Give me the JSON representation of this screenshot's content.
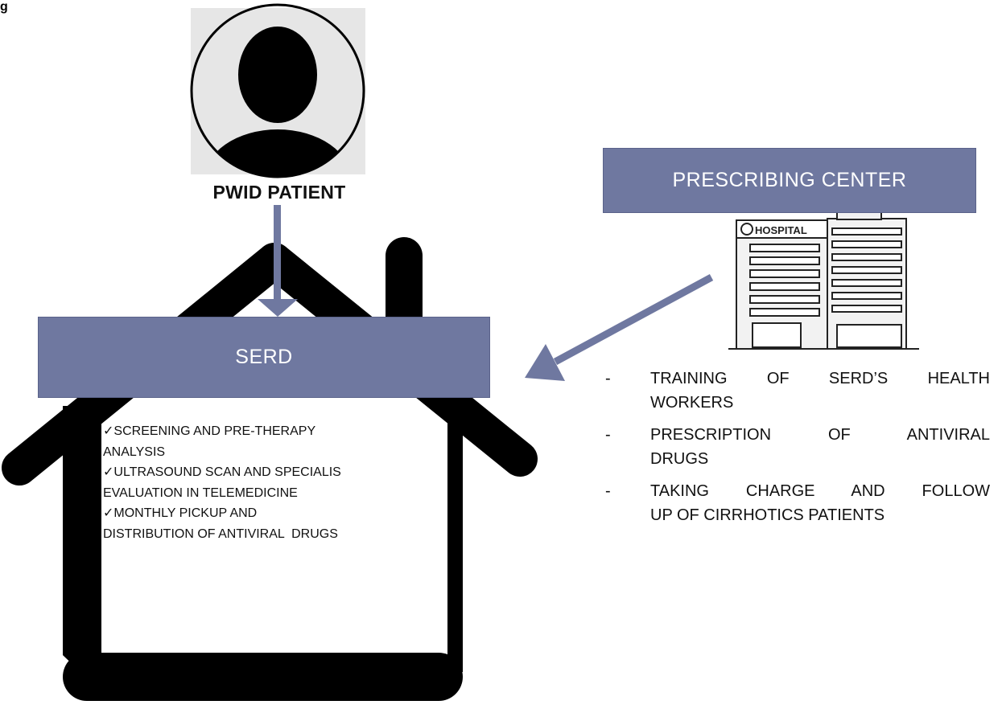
{
  "corner_label": "g",
  "patient": {
    "label": "PWID PATIENT",
    "icon": "person-avatar-icon"
  },
  "serd": {
    "label": "SERD",
    "activities": [
      {
        "line1": "✓SCREENING AND PRE-THERAPY",
        "line2": "ANALYSIS"
      },
      {
        "line1": "✓ULTRASOUND SCAN AND SPECIALIS",
        "line2": "EVALUATION IN TELEMEDICINE"
      },
      {
        "line1": "✓MONTHLY PICKUP AND",
        "line2": "DISTRIBUTION OF ANTIVIRAL  DRUGS"
      }
    ]
  },
  "prescribing_center": {
    "label": "PRESCRIBING CENTER",
    "hospital_sign": "HOSPITAL",
    "icon": "hospital-building-icon",
    "tasks": [
      {
        "dash": "-",
        "line1": "TRAINING OF SERD’S HEALTH",
        "line2": "WORKERS"
      },
      {
        "dash": "-",
        "line1": "PRESCRIPTION OF ANTIVIRAL",
        "line2": "DRUGS"
      },
      {
        "dash": "-",
        "line1": "TAKING CHARGE AND FOLLOW",
        "line2": "UP OF CIRRHOTICS PATIENTS"
      }
    ]
  },
  "colors": {
    "box_fill": "#6f78a0",
    "arrow": "#6f78a0",
    "house": "#000000",
    "avatar_bg": "#e6e6e6"
  }
}
